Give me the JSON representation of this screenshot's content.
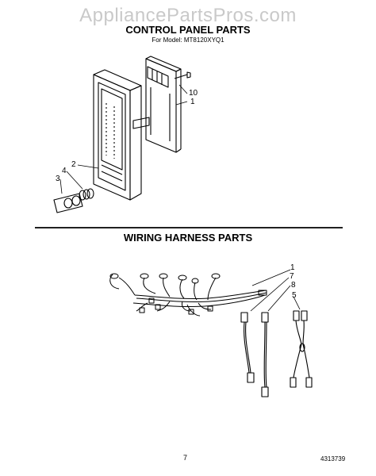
{
  "watermark": "AppliancePartsPros.com",
  "control_panel": {
    "title": "CONTROL PANEL PARTS",
    "subtitle": "For Model: MT8120XYQ1",
    "callouts": [
      "10",
      "1",
      "2",
      "4",
      "3"
    ]
  },
  "wiring_harness": {
    "title": "WIRING HARNESS PARTS",
    "callouts": [
      "1",
      "7",
      "8",
      "5"
    ]
  },
  "footer": {
    "page_number": "7",
    "doc_number": "4313739"
  }
}
